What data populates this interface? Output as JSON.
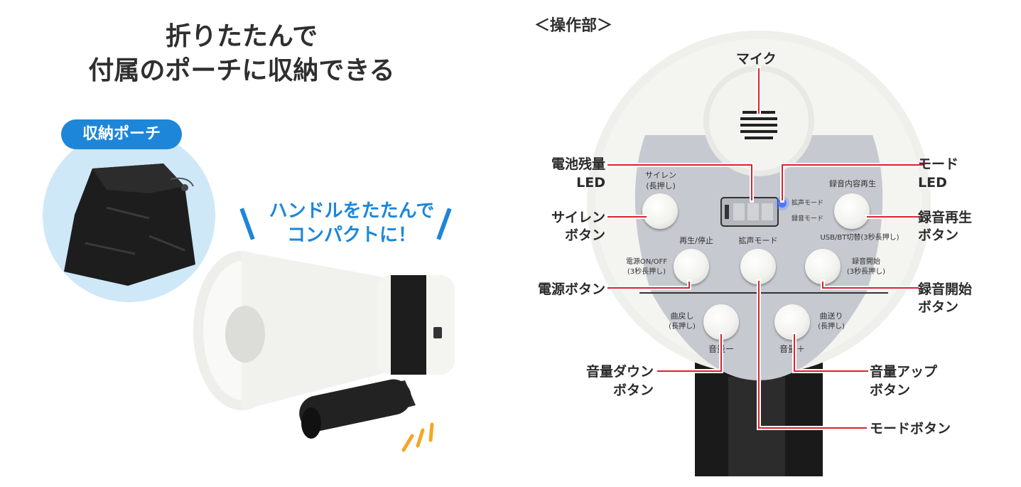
{
  "left": {
    "title_line1": "折りたたんで",
    "title_line2": "付属のポーチに収納できる",
    "pouch_badge": "収納ポーチ",
    "slogan_line1": "ハンドルをたたんで",
    "slogan_line2": "コンパクトに！"
  },
  "right": {
    "section_title": "＜操作部＞",
    "callouts": {
      "mic": "マイク",
      "battery_led_1": "電池残量",
      "battery_led_2": "LED",
      "mode_led_1": "モード",
      "mode_led_2": "LED",
      "siren_btn_1": "サイレン",
      "siren_btn_2": "ボタン",
      "play_btn_1": "録音再生",
      "play_btn_2": "ボタン",
      "power_btn": "電源ボタン",
      "rec_btn_1": "録音開始",
      "rec_btn_2": "ボタン",
      "vol_down_1": "音量ダウン",
      "vol_down_2": "ボタン",
      "vol_up_1": "音量アップ",
      "vol_up_2": "ボタン",
      "mode_btn": "モードボタン"
    },
    "panel": {
      "siren_1": "サイレン",
      "siren_2": "(長押し)",
      "play_1": "録音内容再生",
      "play_2": "USB/BT切替(3秒長押し)",
      "mode_ind_1": "拡声モード",
      "mode_ind_2": "録音モード",
      "play_stop": "再生/停止",
      "loud_mode": "拡声モード",
      "power_1": "電源ON/OFF",
      "power_2": "(3秒長押し)",
      "rec_1": "録音開始",
      "rec_2": "(3秒長押し)",
      "prev_1": "曲戻し",
      "prev_2": "(長押し)",
      "next_1": "曲送り",
      "next_2": "(長押し)",
      "vol_minus": "音量ー",
      "vol_plus": "音量＋"
    }
  },
  "colors": {
    "accent_blue": "#1e86d8",
    "callout_red": "#d9232e",
    "orange_marks": "#f5a623"
  }
}
